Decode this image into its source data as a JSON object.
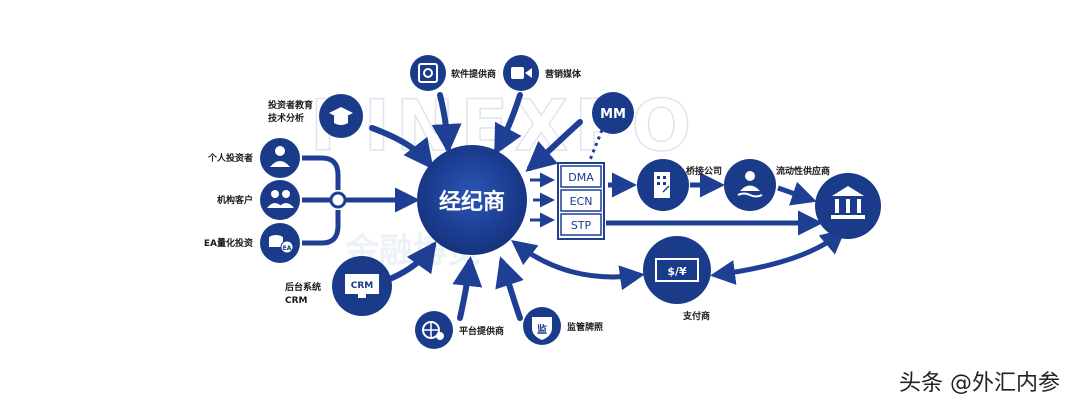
{
  "center": {
    "label": "经纪商"
  },
  "nodes": {
    "software": {
      "label": "软件提供商"
    },
    "marketing": {
      "label": "营销媒体"
    },
    "education": {
      "label_line1": "投资者教育",
      "label_line2": "技术分析"
    },
    "mm": {
      "label": "MM"
    },
    "individual": {
      "label": "个人投资者"
    },
    "institution": {
      "label": "机构客户"
    },
    "ea": {
      "label": "EA量化投资",
      "badge": "EA"
    },
    "crm": {
      "label_line1": "后台系统",
      "label_line2": "CRM",
      "screen": "CRM"
    },
    "platform": {
      "label": "平台提供商"
    },
    "regulator": {
      "label": "监管牌照",
      "glyph": "监"
    },
    "bridge": {
      "label": "桥接公司"
    },
    "liquidity": {
      "label": "流动性供应商"
    },
    "payment": {
      "label": "支付商",
      "symbol": "$/¥"
    }
  },
  "channels": [
    "DMA",
    "ECN",
    "STP"
  ],
  "watermark": {
    "ghost": "FINEXPO",
    "text": "金融博览"
  },
  "footer": {
    "text": "头条 @外汇内参"
  },
  "colors": {
    "primary": "#1a3a8a",
    "arrow": "#1f3f95",
    "light": "#e8eef8"
  }
}
